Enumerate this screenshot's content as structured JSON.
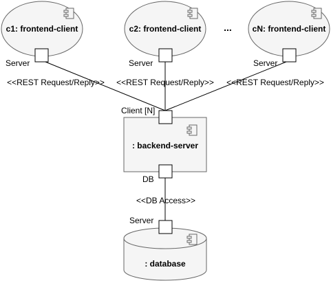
{
  "clients": [
    {
      "label": "c1: frontend-client",
      "port_label": "Server",
      "connector_label": "<<REST Request/Reply>>"
    },
    {
      "label": "c2: frontend-client",
      "port_label": "Server",
      "connector_label": "<<REST Request/Reply>>"
    },
    {
      "label": "cN: frontend-client",
      "port_label": "Server",
      "connector_label": "<<REST Request/Reply>>"
    }
  ],
  "ellipsis": "...",
  "backend": {
    "label": ": backend-server",
    "client_port_label": "Client [N]",
    "db_port_label": "DB"
  },
  "db_connector_label": "<<DB Access>>",
  "database": {
    "label": ": database",
    "port_label": "Server"
  },
  "icons": {
    "component": "component-icon"
  },
  "colors": {
    "shape_fill": "#f5f5f5",
    "shape_stroke": "#666666",
    "port_fill": "#ffffff",
    "line": "#000000"
  }
}
